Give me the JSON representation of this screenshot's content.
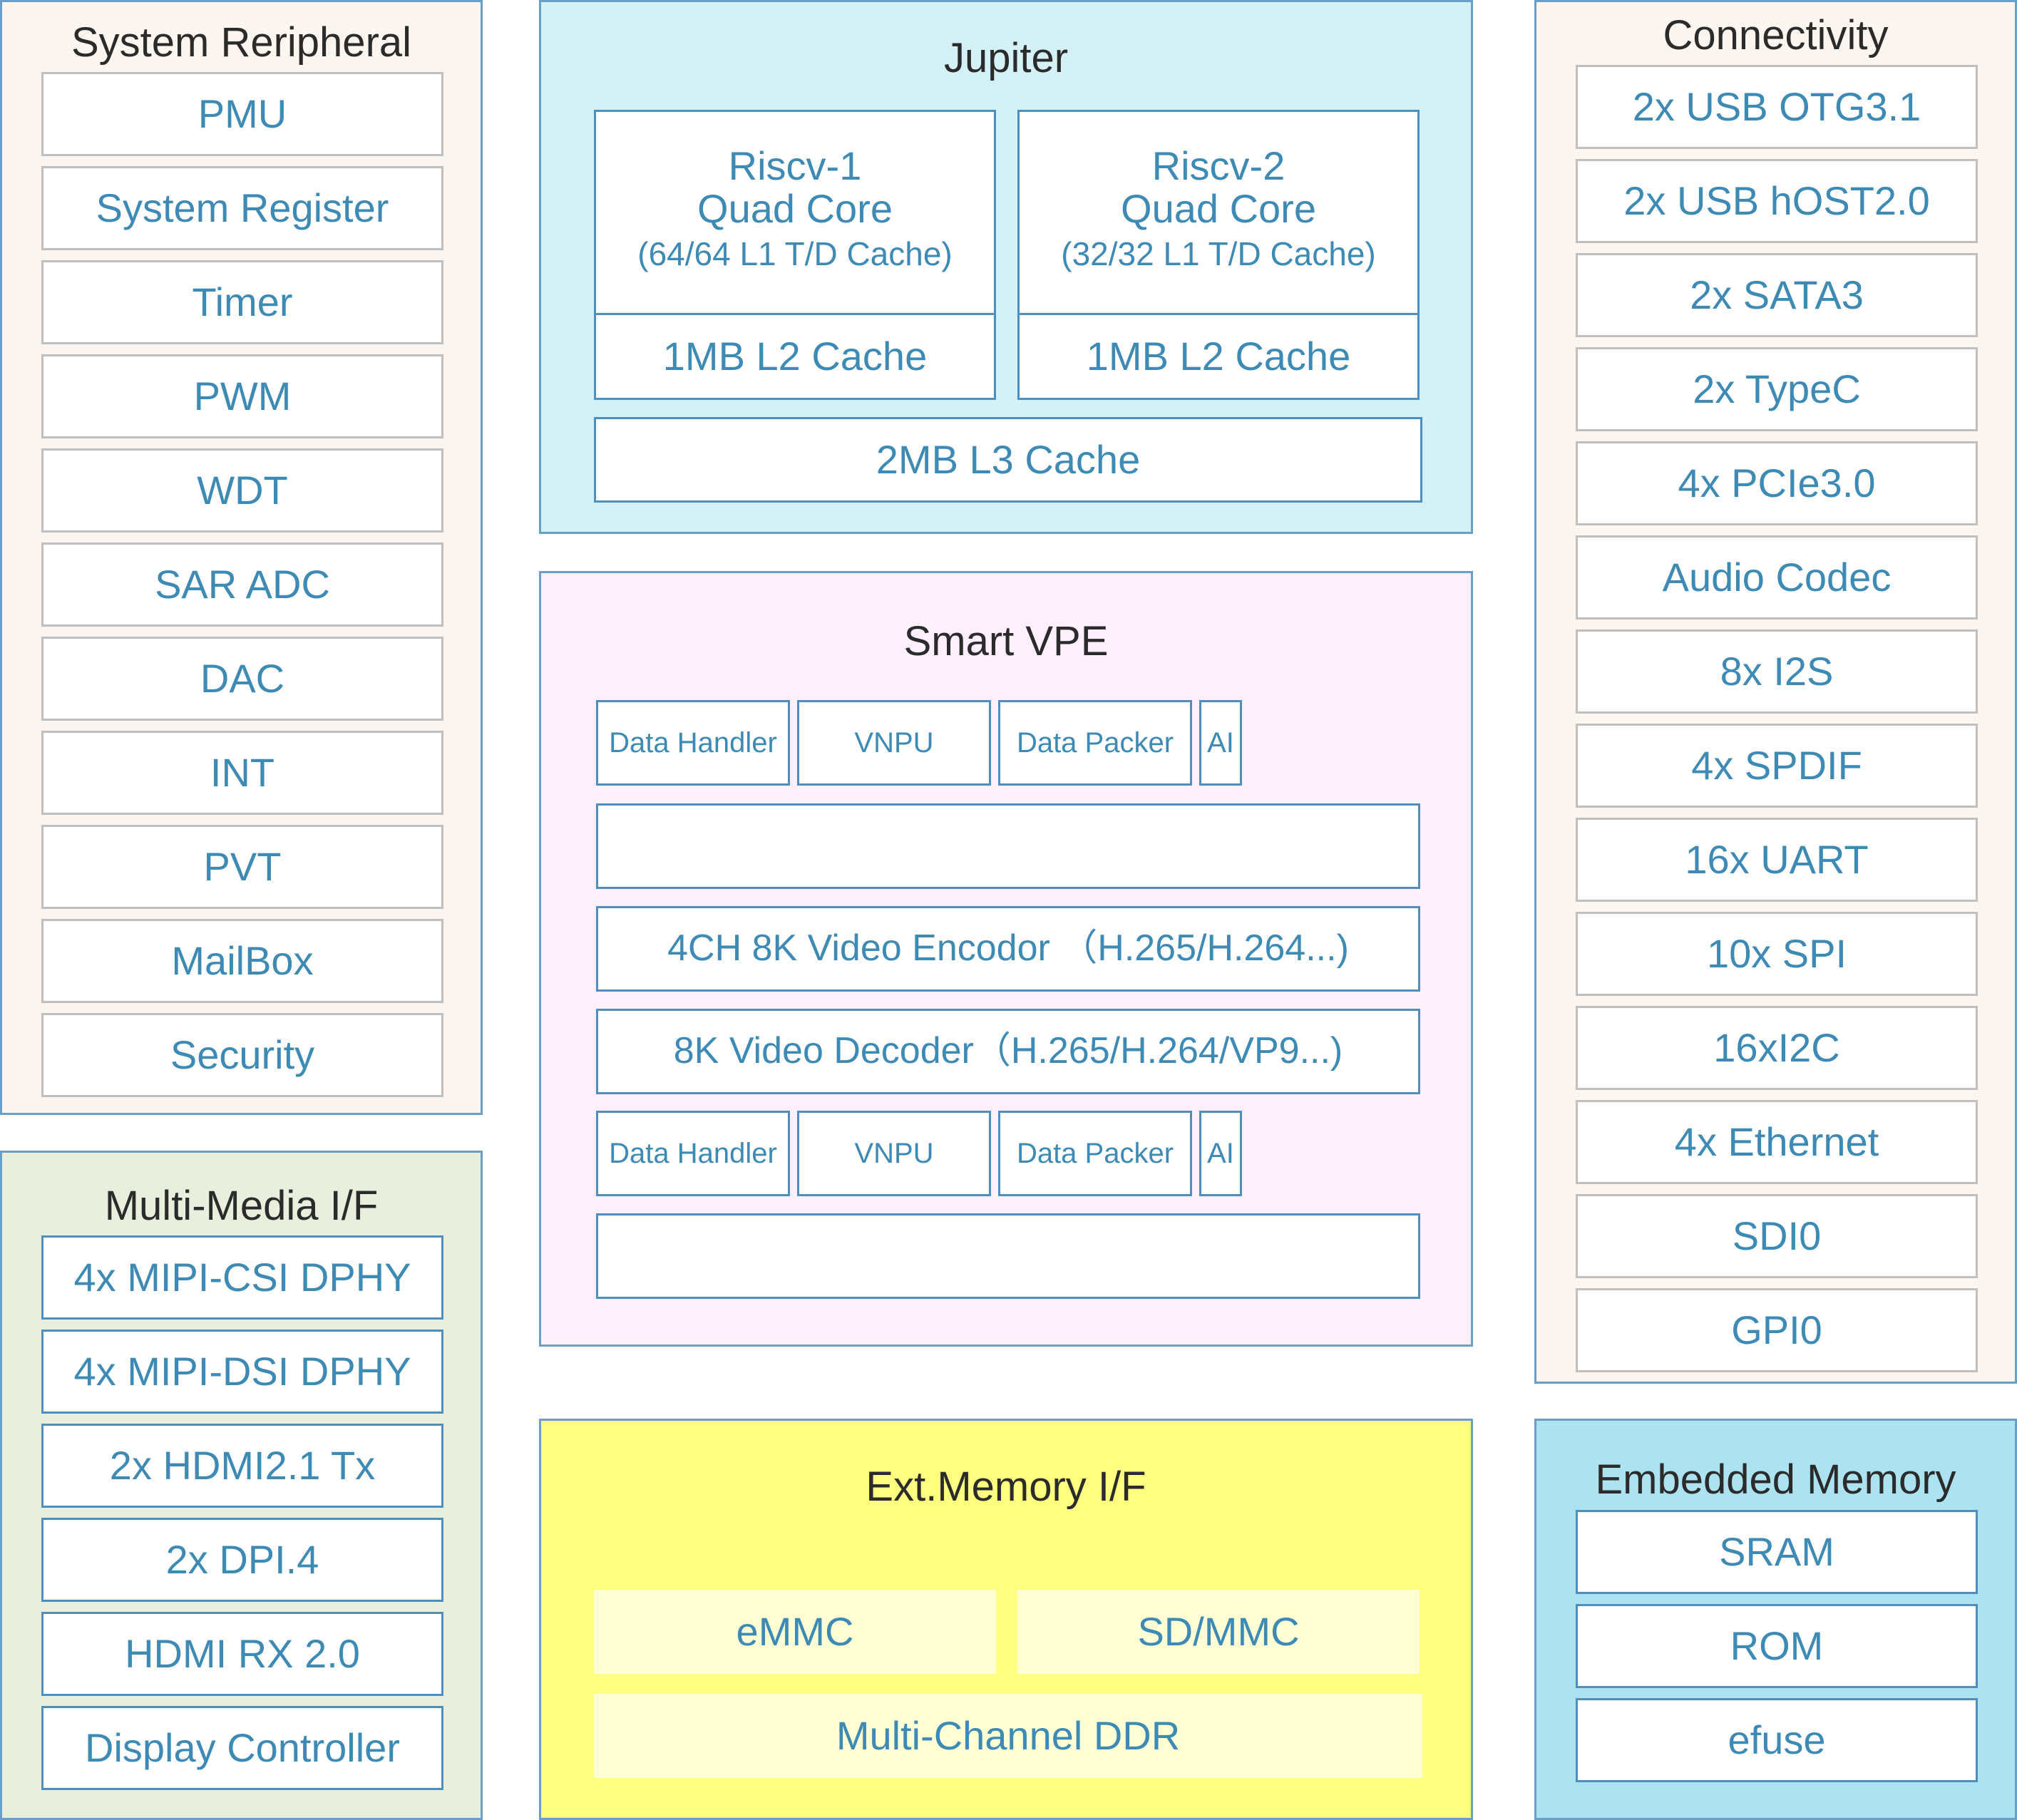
{
  "colors": {
    "peripheral_bg": "#fdf5f0",
    "multimedia_bg": "#e8efdc",
    "jupiter_bg": "#d4f1f7",
    "vpe_bg": "#fef0fc",
    "ext_memory_bg": "#ffff80",
    "embedded_memory_bg": "#ade3f0",
    "label_text": "#3d8ab5"
  },
  "system_peripheral": {
    "title": "System Reripheral",
    "items": [
      "PMU",
      "System Register",
      "Timer",
      "PWM",
      "WDT",
      "SAR ADC",
      "DAC",
      "INT",
      "PVT",
      "MailBox",
      "Security"
    ]
  },
  "multimedia": {
    "title": "Multi-Media I/F",
    "items": [
      "4x MIPI-CSI DPHY",
      "4x MIPI-DSI DPHY",
      "2x HDMI2.1 Tx",
      "2x DPI.4",
      "HDMI RX 2.0",
      "Display Controller"
    ]
  },
  "jupiter": {
    "title": "Jupiter",
    "cores": [
      {
        "name": "Riscv-1",
        "cores": "Quad Core",
        "l1": "(64/64 L1 T/D Cache)",
        "l2": "1MB L2 Cache"
      },
      {
        "name": "Riscv-2",
        "cores": "Quad Core",
        "l1": "(32/32 L1 T/D Cache)",
        "l2": "1MB L2 Cache"
      }
    ],
    "l3": "2MB L3 Cache"
  },
  "vpe": {
    "title": "Smart VPE",
    "row1": [
      "Data Handler",
      "VNPU",
      "Data Packer",
      "AI"
    ],
    "blank1": "",
    "encoder": "4CH 8K Video Encodor （H.265/H.264...)",
    "decoder": "8K Video Decoder（H.265/H.264/VP9...)",
    "row2": [
      "Data Handler",
      "VNPU",
      "Data Packer",
      "AI"
    ],
    "blank2": ""
  },
  "ext_memory": {
    "title": "Ext.Memory I/F",
    "emmc": "eMMC",
    "sdmmc": "SD/MMC",
    "ddr": "Multi-Channel DDR"
  },
  "connectivity": {
    "title": "Connectivity",
    "items": [
      "2x USB OTG3.1",
      "2x USB hOST2.0",
      "2x SATA3",
      "2x TypeC",
      "4x PCIe3.0",
      "Audio Codec",
      "8x I2S",
      "4x SPDIF",
      "16x UART",
      "10x SPI",
      "16xI2C",
      "4x Ethernet",
      "SDI0",
      "GPI0"
    ]
  },
  "embedded_memory": {
    "title": "Embedded Memory",
    "items": [
      "SRAM",
      "ROM",
      "efuse"
    ]
  }
}
